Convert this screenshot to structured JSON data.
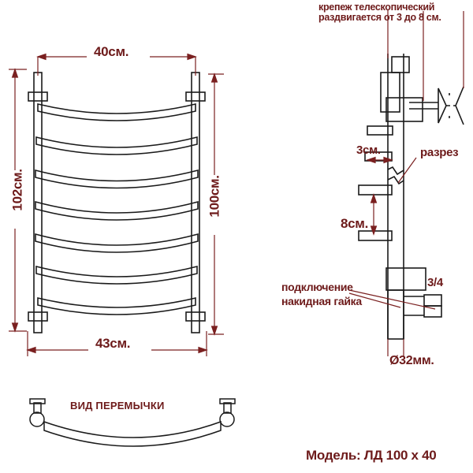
{
  "drawing": {
    "title": "Технический чертёж полотенцесушителя",
    "colors": {
      "dimension_text": "#6d1a1a",
      "dimension_line": "#7a2020",
      "outline": "#1a1a1a",
      "background": "#ffffff"
    }
  },
  "front_view": {
    "name": "front-view",
    "rung_count": 7,
    "dimensions": {
      "top_width": "40см.",
      "bottom_width": "43см.",
      "left_height": "102см.",
      "right_height": "100см."
    }
  },
  "bridge_view": {
    "label": "ВИД ПЕРЕМЫЧКИ"
  },
  "side_view": {
    "name": "side-section-view",
    "annotations": {
      "telescopic": "крепеж телескопический\nраздвигается от 3 до 8 см.",
      "telescopic_line1": "крепеж телескопический",
      "telescopic_line2": "раздвигается от 3 до 8 см.",
      "offset_min": "3см.",
      "section": "разрез",
      "offset_max": "8см.",
      "connection_line1": "подключение",
      "connection_line2": "накидная гайка",
      "thread": "3/4",
      "pipe_diameter": "Ø32мм."
    }
  },
  "footer": {
    "model_label": "Модель: ЛД 100 х 40"
  }
}
